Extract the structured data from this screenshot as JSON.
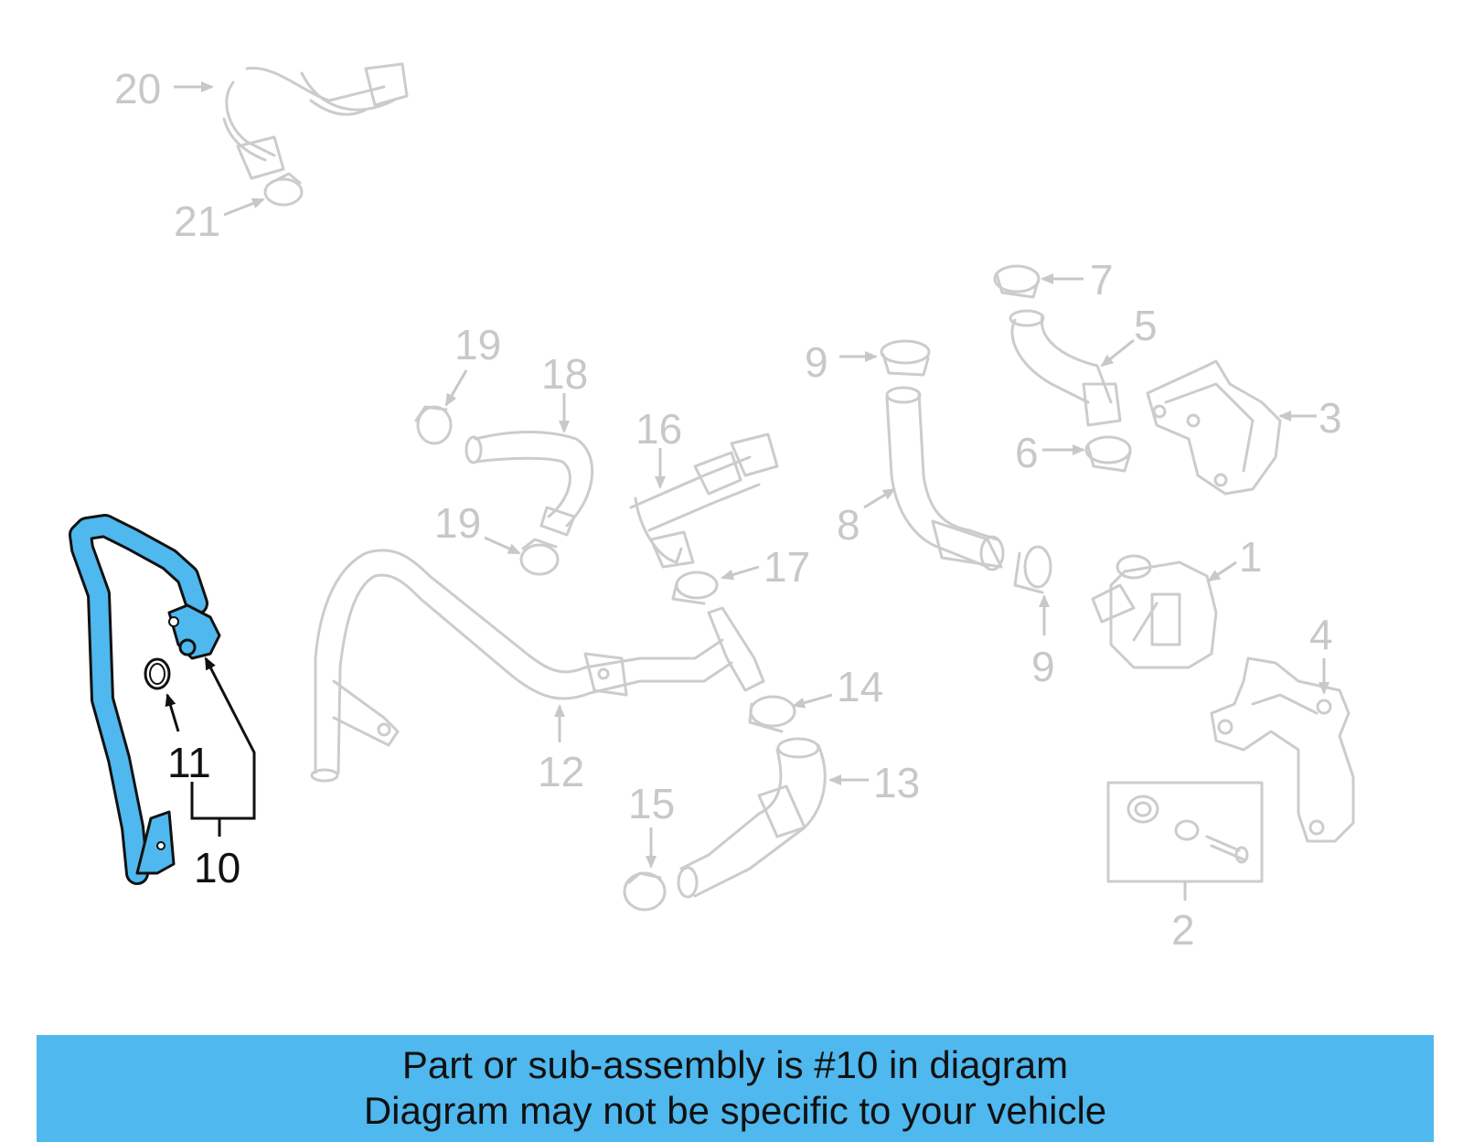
{
  "labels": {
    "n1": "1",
    "n2": "2",
    "n3": "3",
    "n4": "4",
    "n5": "5",
    "n6": "6",
    "n7": "7",
    "n8": "8",
    "n9a": "9",
    "n9b": "9",
    "n10": "10",
    "n11": "11",
    "n12": "12",
    "n13": "13",
    "n14": "14",
    "n15": "15",
    "n16": "16",
    "n17": "17",
    "n18": "18",
    "n19a": "19",
    "n19b": "19",
    "n20": "20",
    "n21": "21"
  },
  "banner": {
    "line1": "Part or sub-assembly is #10 in diagram",
    "line2": "Diagram may not be specific to your vehicle"
  },
  "colors": {
    "highlight": "#4fb8ee",
    "ghost": "#cccccc",
    "outline": "#111111"
  }
}
